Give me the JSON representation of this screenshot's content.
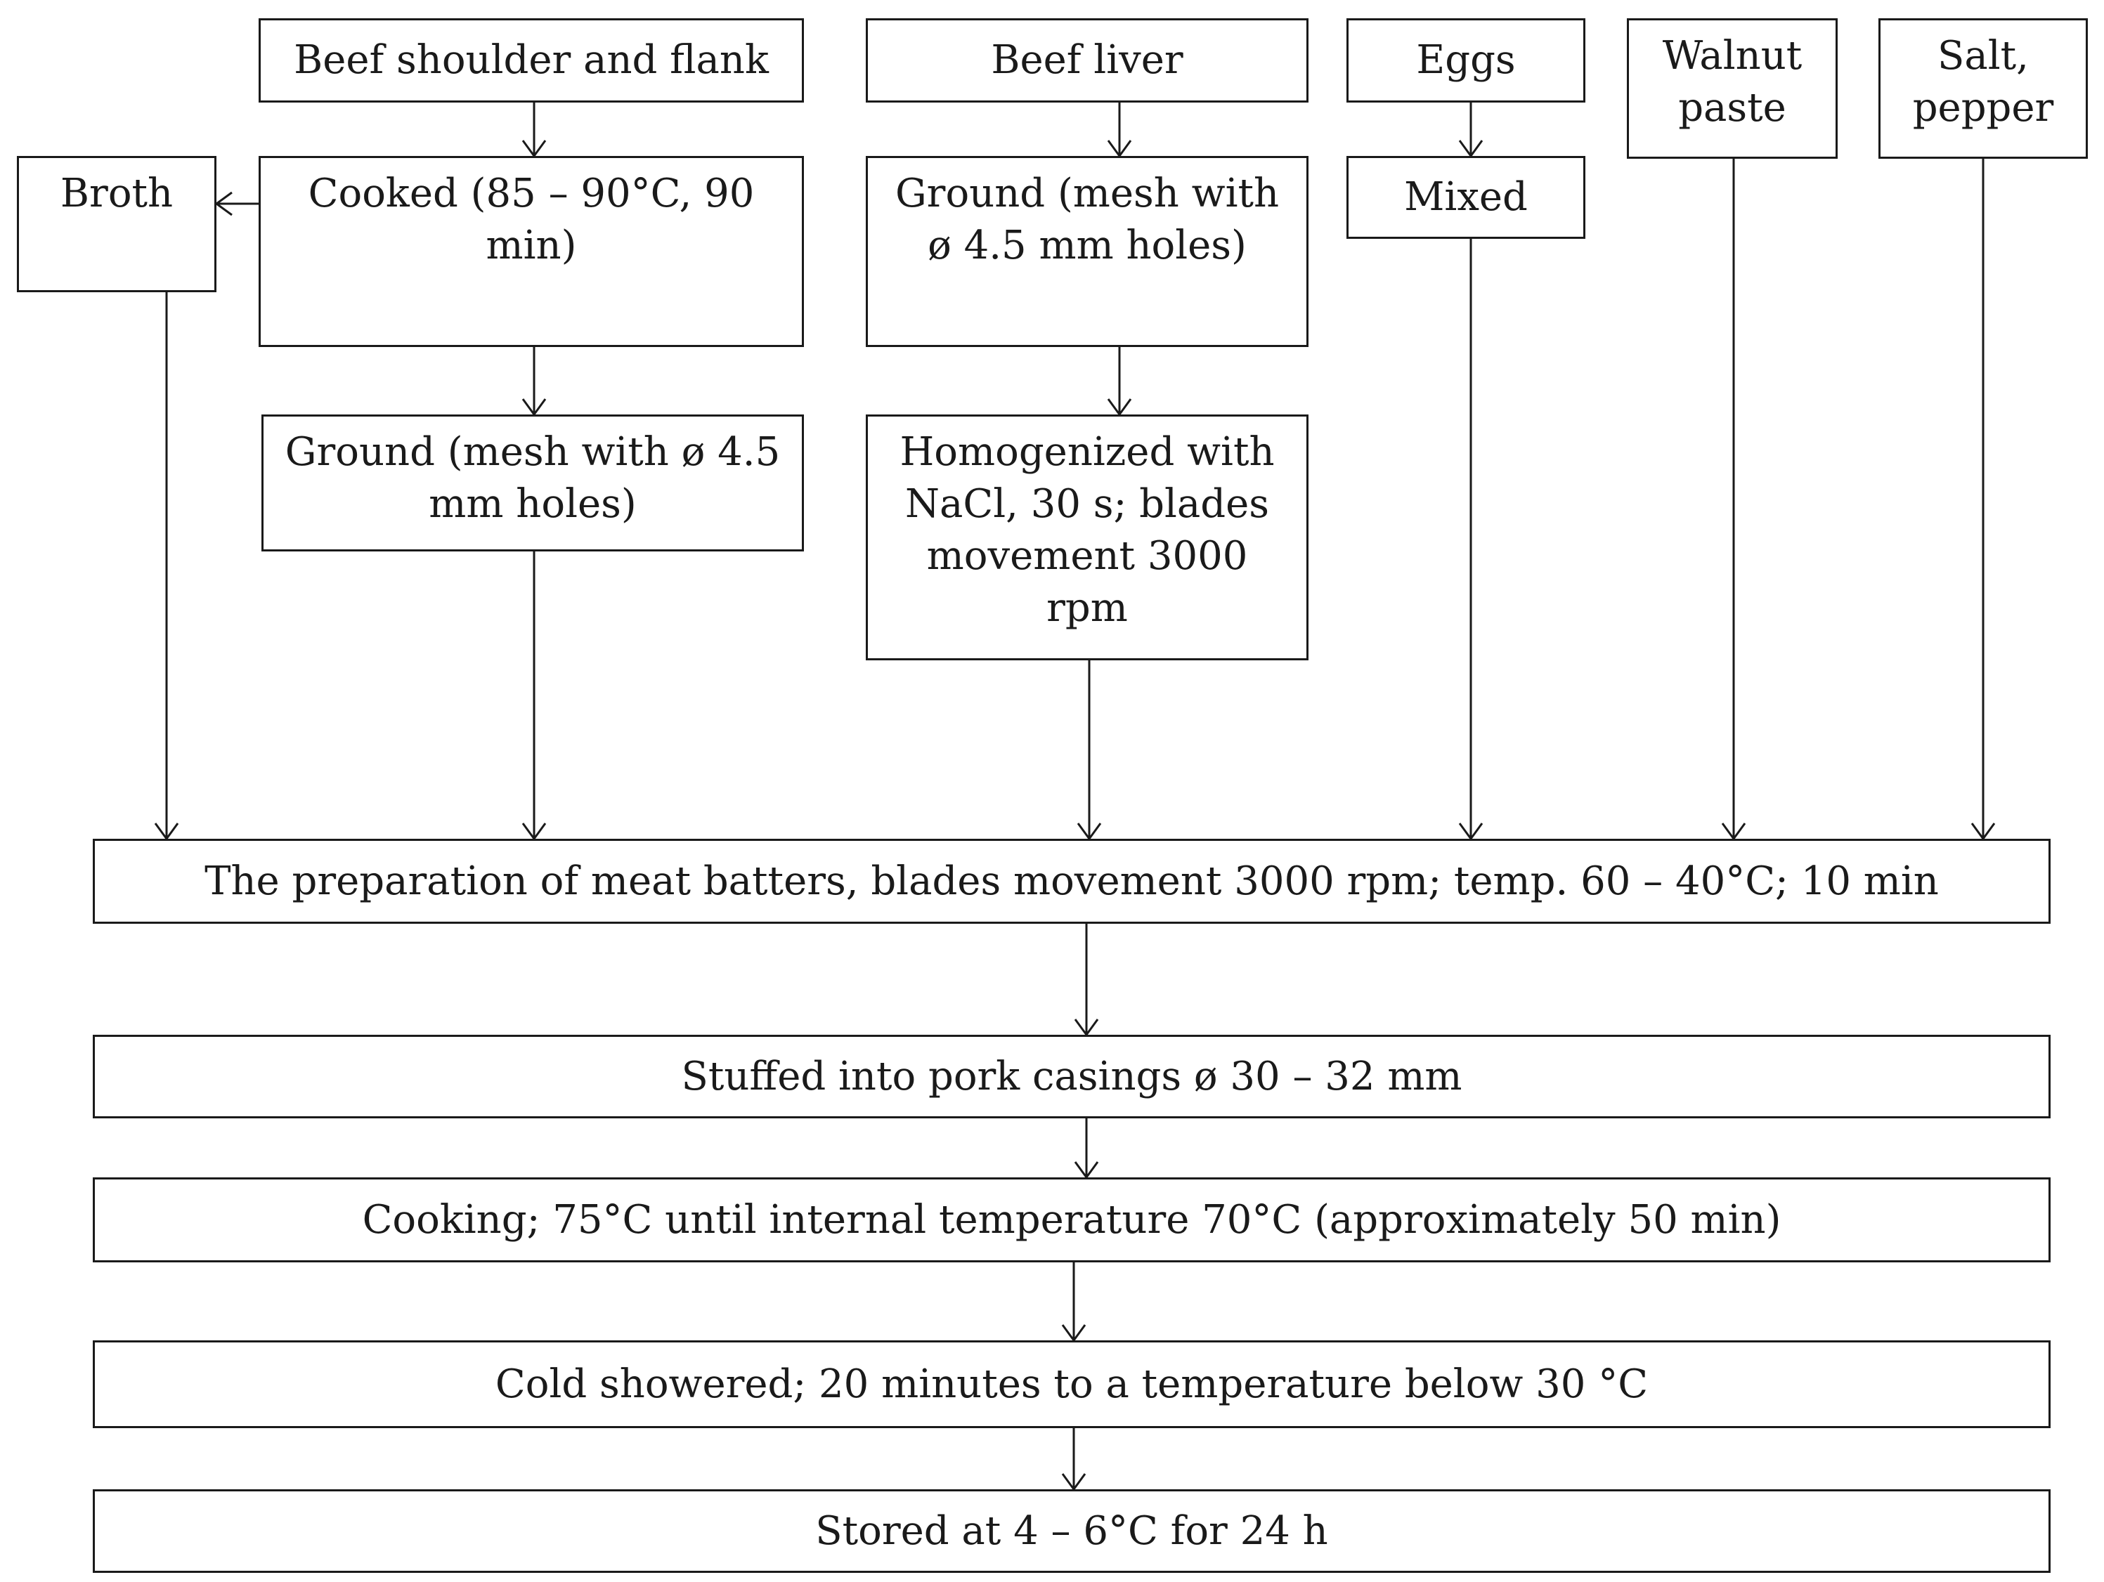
{
  "diagram": {
    "inputs": {
      "beef_shoulder": "Beef shoulder and flank",
      "beef_liver": "Beef liver",
      "eggs": "Eggs",
      "walnut": "Walnut paste",
      "salt": "Salt, pepper"
    },
    "steps": {
      "broth": "Broth",
      "cooked": "Cooked (85 – 90°C, 90 min)",
      "ground_beef": "Ground (mesh with ø 4.5 mm holes)",
      "ground_liver": "Ground (mesh with ø 4.5 mm holes)",
      "homogenized": "Homogenized with NaCl, 30 s; blades movement 3000 rpm",
      "mixed": "Mixed",
      "batter": "The preparation of meat batters, blades movement 3000 rpm;  temp. 60 – 40°C;  10 min",
      "stuffed": "Stuffed into pork casings  ø 30 – 32 mm",
      "cooking": "Cooking; 75°C until internal temperature 70°C (approximately 50 min)",
      "cold": "Cold showered; 20 minutes to a temperature below 30 °C",
      "stored": "Stored at 4 – 6°C for 24 h"
    }
  }
}
